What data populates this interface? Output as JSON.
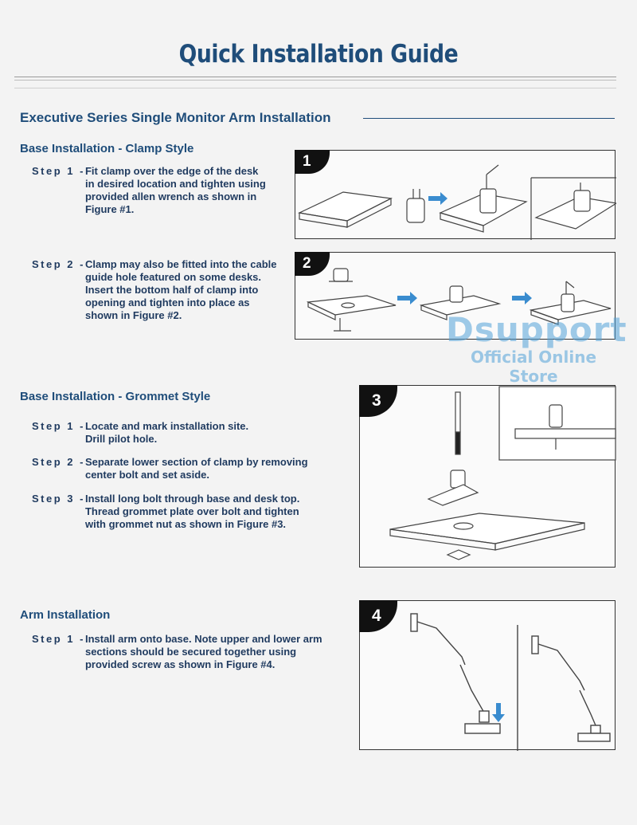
{
  "title": "Quick Installation Guide",
  "section_title": "Executive Series Single Monitor Arm Installation",
  "clamp": {
    "heading": "Base Installation - Clamp Style",
    "steps": [
      {
        "label": "Step 1 - ",
        "text": "Fit clamp over the edge of the desk\nin desired location and tighten using\nprovided allen wrench as shown in\nFigure #1."
      },
      {
        "label": "Step 2 - ",
        "text": "Clamp may also be fitted into the cable\nguide hole featured on some desks.\nInsert the bottom half of clamp into\nopening and tighten into place as\nshown in Figure #2."
      }
    ]
  },
  "grommet": {
    "heading": "Base Installation - Grommet Style",
    "steps": [
      {
        "label": "Step 1 - ",
        "text": "Locate and mark installation site.\nDrill pilot hole."
      },
      {
        "label": "Step 2 - ",
        "text": "Separate lower section of clamp by removing\ncenter bolt and set aside."
      },
      {
        "label": "Step 3 - ",
        "text": "Install long bolt through base and desk top.\nThread grommet plate over bolt and tighten\nwith grommet nut as shown in Figure #3."
      }
    ]
  },
  "arm": {
    "heading": "Arm Installation",
    "steps": [
      {
        "label": "Step 1 - ",
        "text": "Install arm onto base.  Note upper and lower arm\nsections should be secured together using\nprovided screw as shown in Figure #4."
      }
    ]
  },
  "figures": [
    "1",
    "2",
    "3",
    "4"
  ],
  "watermark": {
    "brand": "Dsupport",
    "tagline": "Official Online Store"
  },
  "colors": {
    "heading": "#1f4d7a",
    "arrow": "#3a8ccf"
  }
}
